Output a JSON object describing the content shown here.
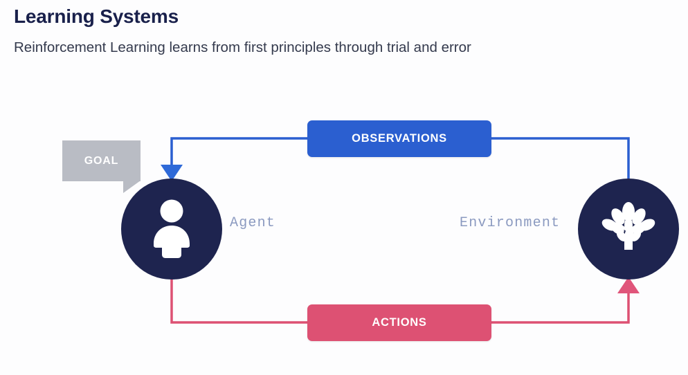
{
  "header": {
    "title": "Learning Systems",
    "subtitle": "Reinforcement Learning learns from first principles through trial and error"
  },
  "diagram": {
    "type": "reinforcement-learning-loop",
    "nodes": [
      {
        "id": "agent",
        "label": "Agent",
        "icon": "person-icon",
        "color": "#1e244f",
        "icon_color": "#ffffff"
      },
      {
        "id": "environment",
        "label": "Environment",
        "icon": "tree-icon",
        "color": "#1e244f",
        "icon_color": "#ffffff"
      }
    ],
    "edges": [
      {
        "id": "observations",
        "label": "OBSERVATIONS",
        "from": "environment",
        "to": "agent",
        "color": "#2b5fd0",
        "text_color": "#ffffff"
      },
      {
        "id": "actions",
        "label": "ACTIONS",
        "from": "agent",
        "to": "environment",
        "color": "#dd5173",
        "text_color": "#ffffff"
      }
    ],
    "annotation": {
      "id": "goal",
      "label": "GOAL",
      "shape": "speech-bubble",
      "color": "#b9bcc4",
      "text_color": "#ffffff",
      "points_at": "agent"
    }
  },
  "colors": {
    "background": "#fdfdfe",
    "title": "#19204b",
    "subtitle": "#343a4d",
    "node_fill": "#1e244f",
    "node_label": "#8b9ac0",
    "observations": "#2b5fd0",
    "actions": "#dd5173",
    "goal": "#b9bcc4"
  }
}
